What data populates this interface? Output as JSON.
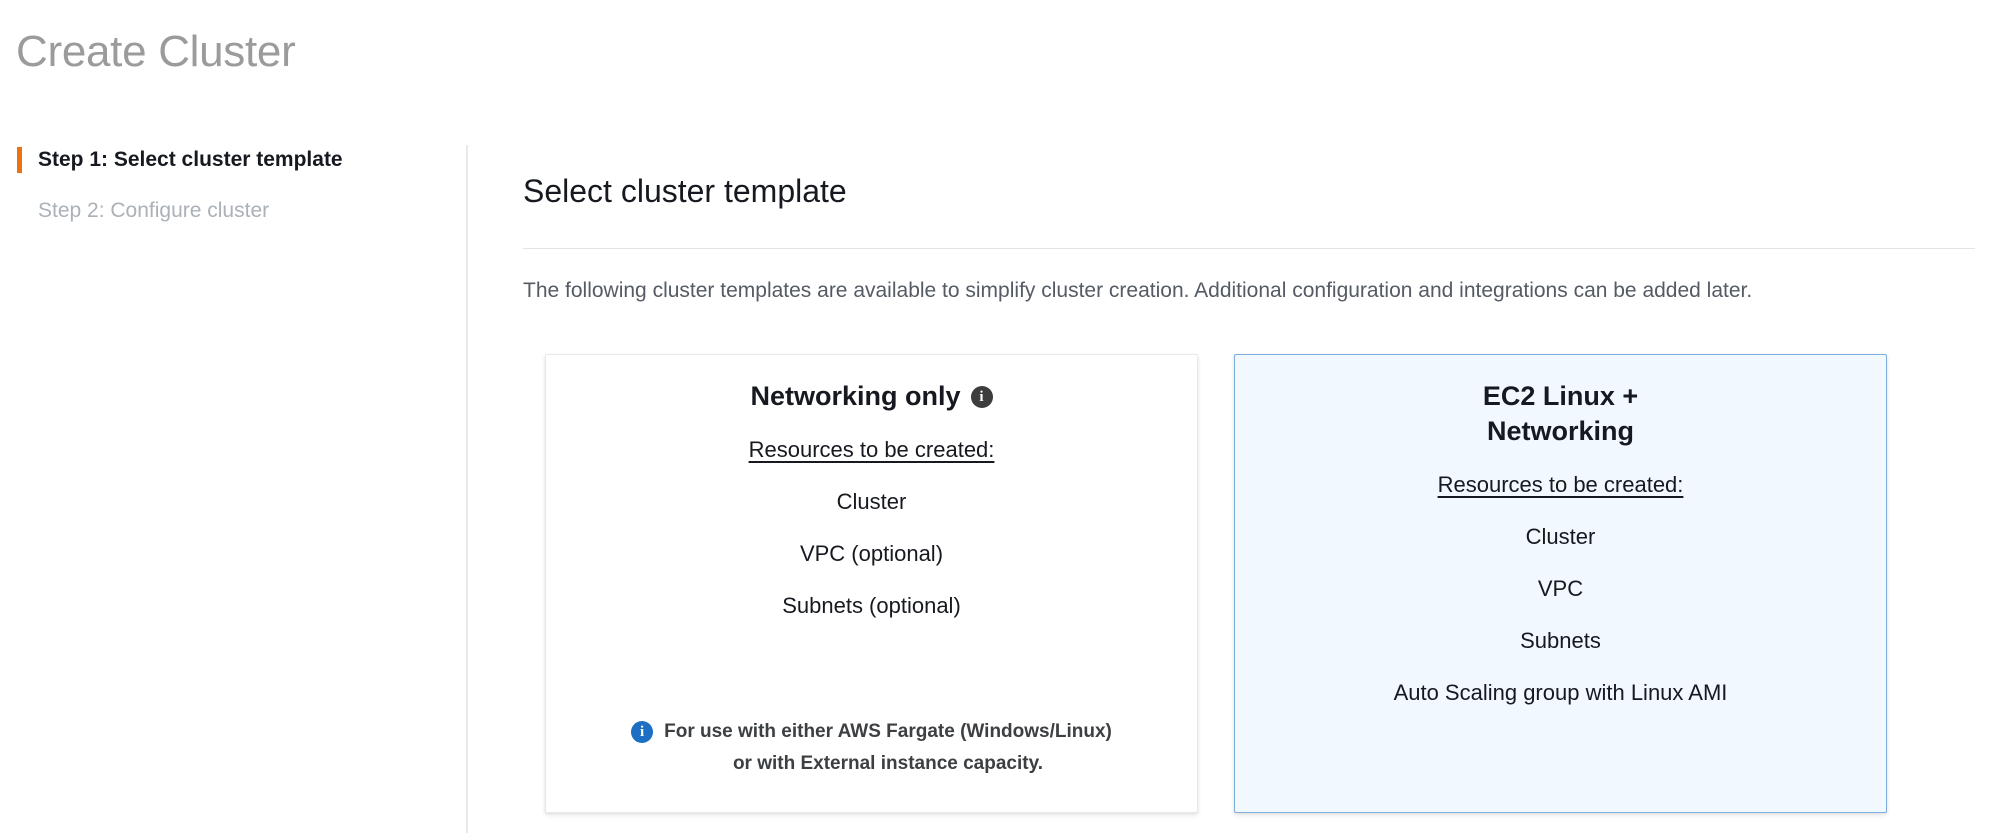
{
  "page": {
    "title": "Create Cluster"
  },
  "sidebar": {
    "steps": [
      {
        "label": "Step 1: Select cluster template",
        "state": "active",
        "accent_color": "#ec7211"
      },
      {
        "label": "Step 2: Configure cluster",
        "state": "inactive"
      }
    ]
  },
  "main": {
    "heading": "Select cluster template",
    "description": "The following cluster templates are available to simplify cluster creation. Additional configuration and integrations can be added later."
  },
  "cards": [
    {
      "id": "networking-only",
      "title": "Networking only",
      "has_title_info_icon": true,
      "title_info_icon": "info-icon",
      "selected": false,
      "resources_label": "Resources to be created:",
      "resources": [
        "Cluster",
        "VPC (optional)",
        "Subnets (optional)"
      ],
      "footnote": {
        "icon": "info-icon",
        "icon_color": "#1d6fc4",
        "text": "For use with either AWS Fargate (Windows/Linux)\nor with External instance capacity."
      }
    },
    {
      "id": "ec2-linux-networking",
      "title": "EC2 Linux +\nNetworking",
      "has_title_info_icon": false,
      "selected": true,
      "selected_background": "#f1f8fe",
      "selected_border": "#7eaede",
      "resources_label": "Resources to be created:",
      "resources": [
        "Cluster",
        "VPC",
        "Subnets",
        "Auto Scaling group with Linux AMI"
      ],
      "footnote": null
    }
  ]
}
